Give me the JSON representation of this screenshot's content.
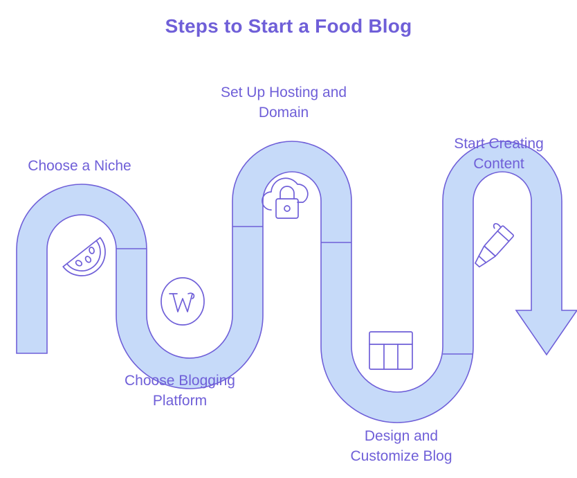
{
  "title": "Steps to Start a Food Blog",
  "colors": {
    "accent": "#6f5fd8",
    "ribbon_fill": "#c6daf9",
    "ribbon_stroke": "#6f5fd8",
    "background": "#ffffff"
  },
  "chart_data": {
    "type": "diagram",
    "diagram_style": "serpentine-roadmap",
    "title": "Steps to Start a Food Blog",
    "step_count": 5,
    "flow_direction": "left-to-right, ending with downward arrow",
    "steps": [
      {
        "order": 1,
        "label": "Choose a Niche",
        "icon": "watermelon-slice-icon"
      },
      {
        "order": 2,
        "label": "Choose Blogging\nPlatform",
        "icon": "wordpress-w-circle-icon"
      },
      {
        "order": 3,
        "label": "Set Up Hosting and\nDomain",
        "icon": "cloud-lock-icon"
      },
      {
        "order": 4,
        "label": "Design and\nCustomize Blog",
        "icon": "layout-columns-icon"
      },
      {
        "order": 5,
        "label": "Start Creating\nContent",
        "icon": "pen-marker-icon"
      }
    ]
  },
  "steps": [
    {
      "label": "Choose a Niche"
    },
    {
      "label": "Choose Blogging\nPlatform"
    },
    {
      "label": "Set Up Hosting and\nDomain"
    },
    {
      "label": "Design and\nCustomize Blog"
    },
    {
      "label": "Start Creating\nContent"
    }
  ]
}
